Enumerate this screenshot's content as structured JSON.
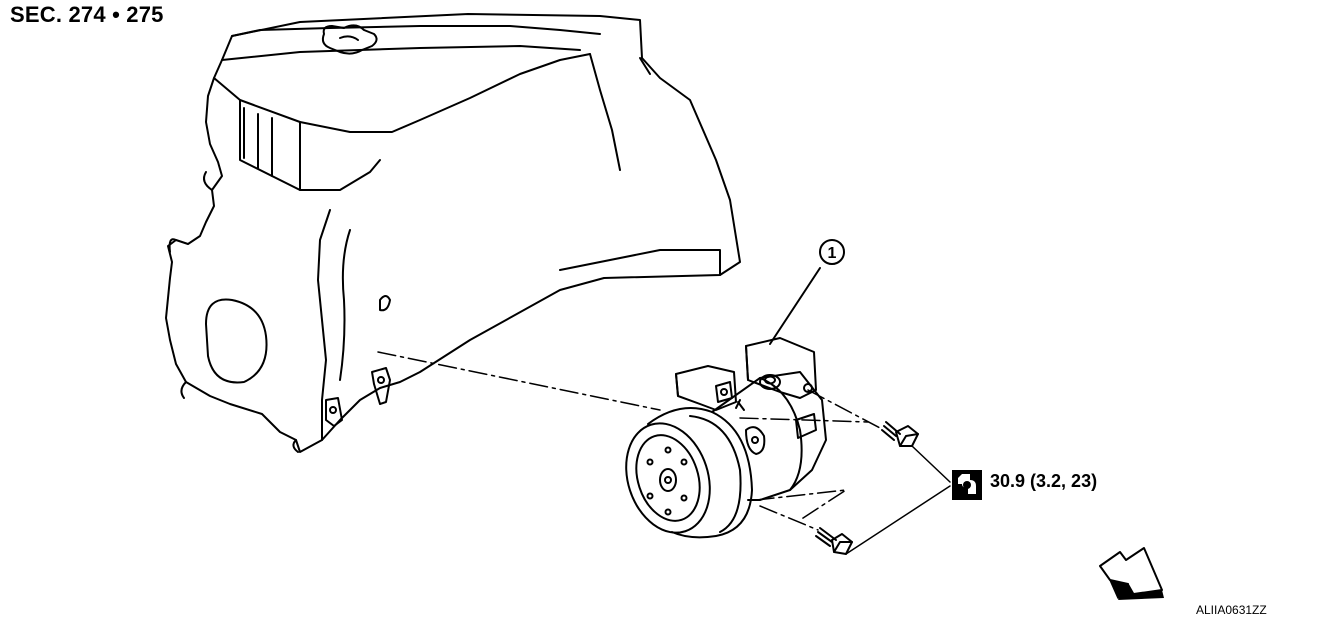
{
  "header": {
    "section_ref": "SEC. 274 • 275"
  },
  "callouts": [
    {
      "number": "1"
    }
  ],
  "torque": {
    "icon": "wrench-torque-icon",
    "value": "30.9 (3.2, 23)"
  },
  "footer": {
    "figure_code": "ALIIA0631ZZ"
  },
  "icons": {
    "front_arrow": "front-direction-arrow-icon"
  }
}
